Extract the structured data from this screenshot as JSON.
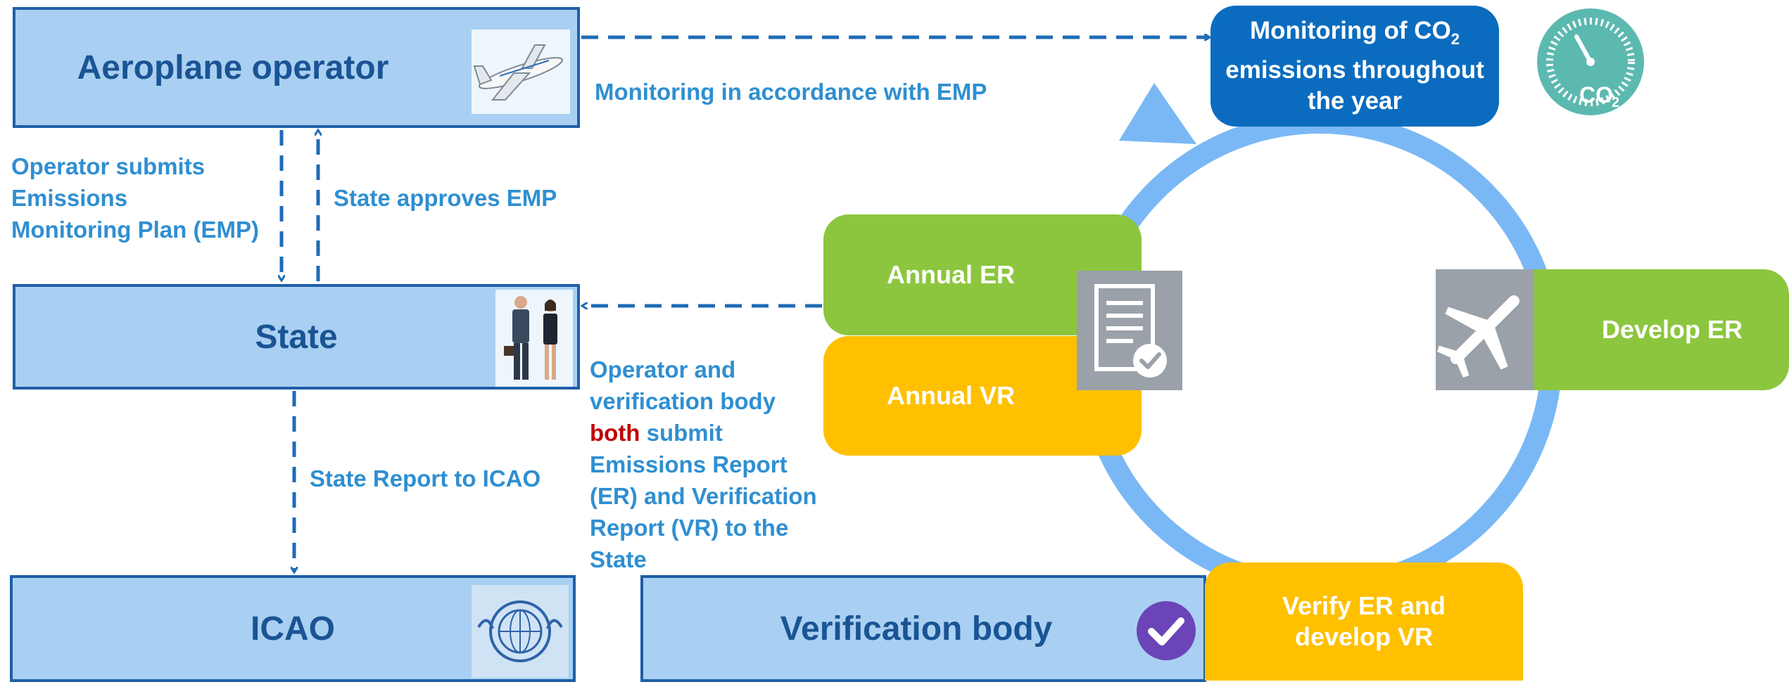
{
  "actors": {
    "operator": "Aeroplane operator",
    "state": "State",
    "icao": "ICAO",
    "verification_body": "Verification body"
  },
  "flows": {
    "monitoring": "Monitoring in accordance with EMP",
    "submit_emp": [
      "Operator submits",
      "Emissions",
      "Monitoring Plan (EMP)"
    ],
    "approve_emp": "State approves EMP",
    "state_report": "State Report to ICAO",
    "report_submission": {
      "line1": "Operator and",
      "line2": "verification body",
      "emph": "both",
      "line3_rest": " submit",
      "line4": "Emissions Report",
      "line5": "(ER) and Verification",
      "line6": "Report (VR) to the",
      "line7": "State"
    }
  },
  "cycle": {
    "monitoring": {
      "line1": "Monitoring of CO",
      "sub": "2",
      "line2": "emissions throughout",
      "line3": "the year"
    },
    "develop": "Develop ER",
    "verify": {
      "line1": "Verify ER and",
      "line2": "develop VR"
    },
    "annual_er": "Annual ER",
    "annual_vr": "Annual VR",
    "gauge_label": "CO",
    "gauge_sub": "2"
  },
  "colors": {
    "box_fill": "#a9d0f2",
    "box_border": "#1f5fa8",
    "dark_blue": "#0b6cbf",
    "green": "#8cc63e",
    "amber": "#ffc000",
    "ring": "#74b9ff",
    "teal": "#5cb9b0",
    "label_blue": "#2f8fd1",
    "emph_red": "#c00000",
    "purple": "#6b45b8"
  },
  "icons": [
    "airplane-icon",
    "business-people-icon",
    "icao-emblem-icon",
    "checkmark-badge-icon",
    "co2-gauge-icon",
    "document-check-icon",
    "plane-silhouette-icon"
  ]
}
